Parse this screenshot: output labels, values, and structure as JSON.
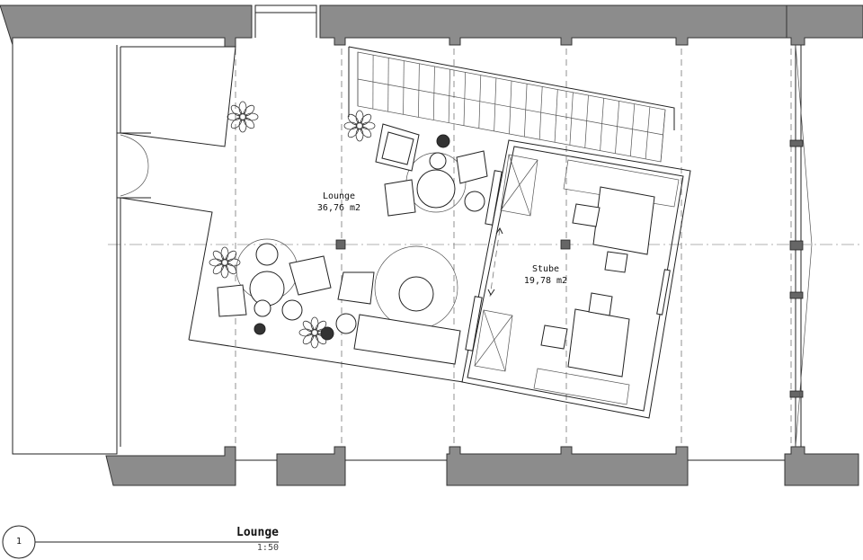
{
  "rooms": [
    {
      "name": "Lounge",
      "area": "36,76 m2"
    },
    {
      "name": "Stube",
      "area": "19,78 m2"
    }
  ],
  "title_block": {
    "number": "1",
    "title": "Lounge",
    "scale": "1:50"
  }
}
